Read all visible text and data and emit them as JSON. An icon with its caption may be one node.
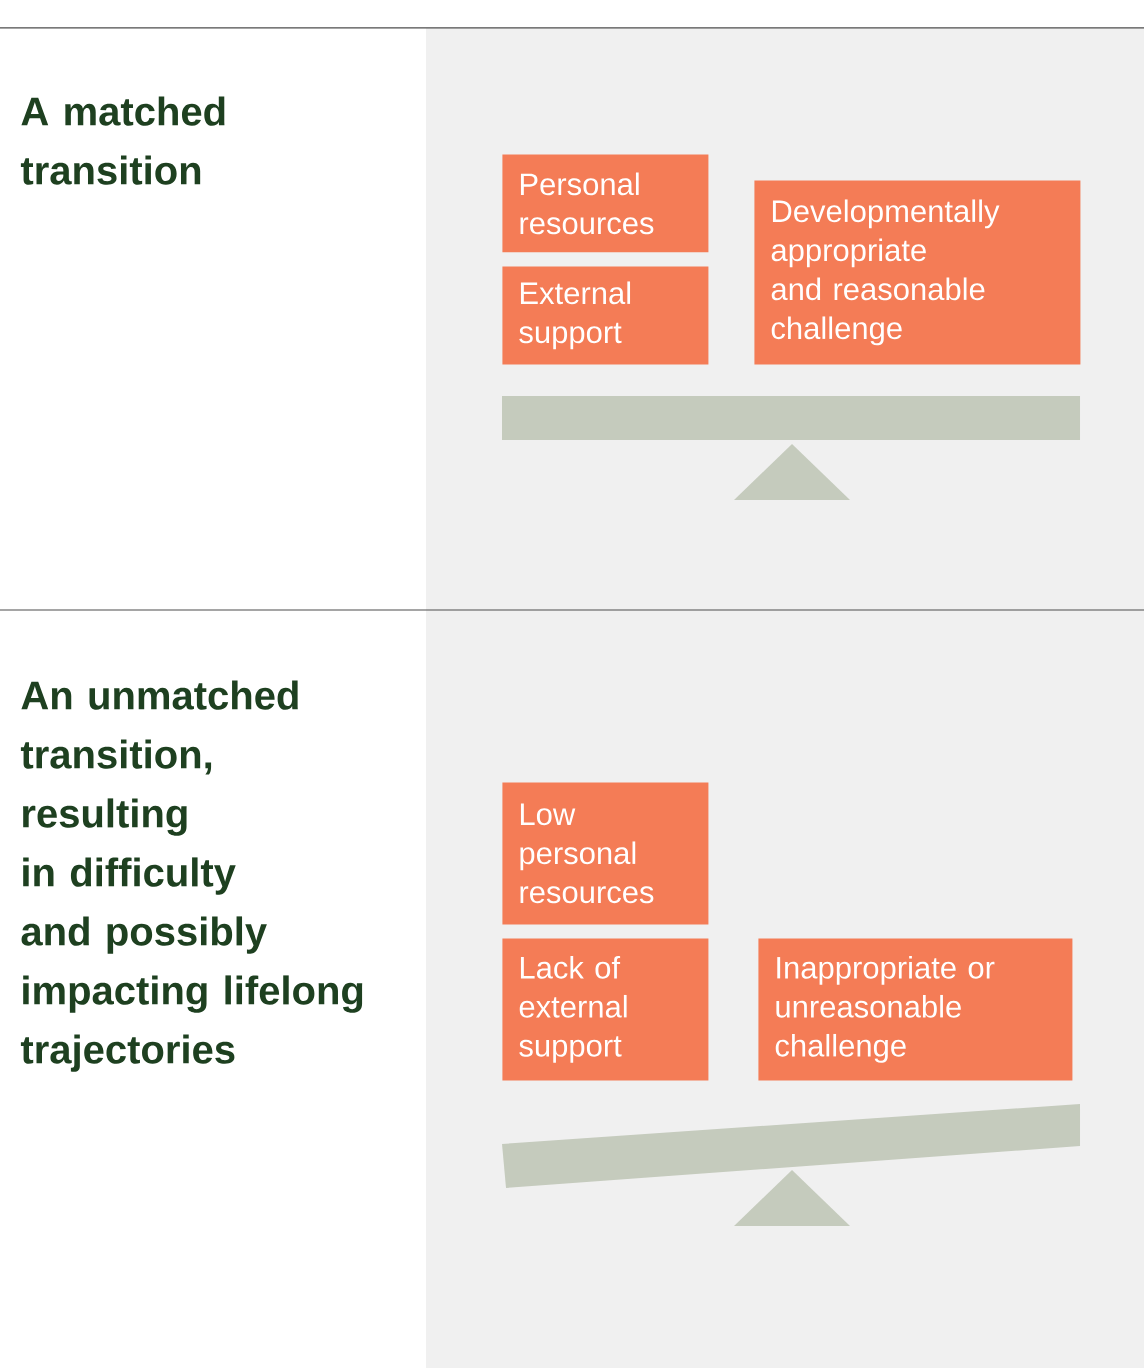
{
  "diagram": {
    "nodes": [
      {
        "text": [
          "Personal resources"
        ]
      },
      {
        "text": [
          "External support"
        ]
      },
      {
        "text": [
          "Developmentally appropriate and reasonable challenge"
        ]
      },
      {
        "text": [
          "Low personal resources"
        ]
      },
      {
        "text": [
          "Lack of external support"
        ]
      },
      {
        "text": [
          "Inappropriate or unreasonable challenge"
        ]
      }
    ],
    "labels": [
      "A matched transition",
      "An unmatched transition, resulting in difficulty and possibly impacting lifelong trajectories"
    ]
  }
}
